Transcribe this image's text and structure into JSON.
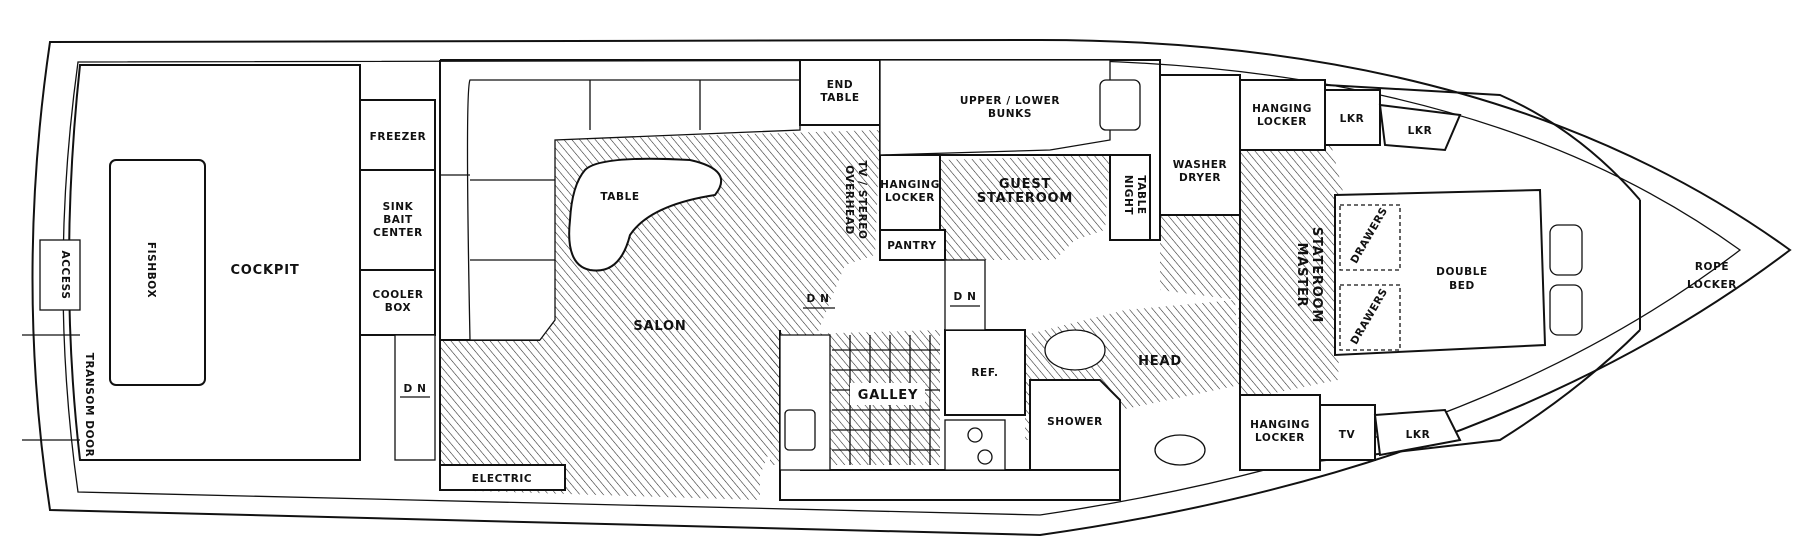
{
  "title": "",
  "labels": {
    "cockpit": "COCKPIT",
    "fishbox": "FISHBOX",
    "access": "ACCESS",
    "transom_door": "TRANSOM DOOR",
    "freezer": "FREEZER",
    "sink_bait_center": "SINK BAIT CENTER",
    "cooler_box": "COOLER BOX",
    "dn": "D N",
    "electric": "ELECTRIC",
    "salon": "SALON",
    "table": "TABLE",
    "end_table": "END TABLE",
    "overhead_tv_stereo": "OVERHEAD TV / STEREO",
    "hanging_locker": "HANGING LOCKER",
    "pantry": "PANTRY",
    "upper_lower_bunks": "UPPER / LOWER BUNKS",
    "guest_stateroom": "GUEST STATEROOM",
    "night_table": "NIGHT TABLE",
    "washer_dryer": "WASHER DRYER",
    "galley": "GALLEY",
    "ref": "REF.",
    "shower": "SHOWER",
    "head": "HEAD",
    "master_stateroom": "MASTER STATEROOM",
    "lkr": "LKR",
    "tv": "TV",
    "drawers": "DRAWERS",
    "double_bed": "DOUBLE BED",
    "rope_locker": "ROPE LOCKER"
  },
  "colors": {
    "line": "#111111",
    "background": "#ffffff"
  }
}
